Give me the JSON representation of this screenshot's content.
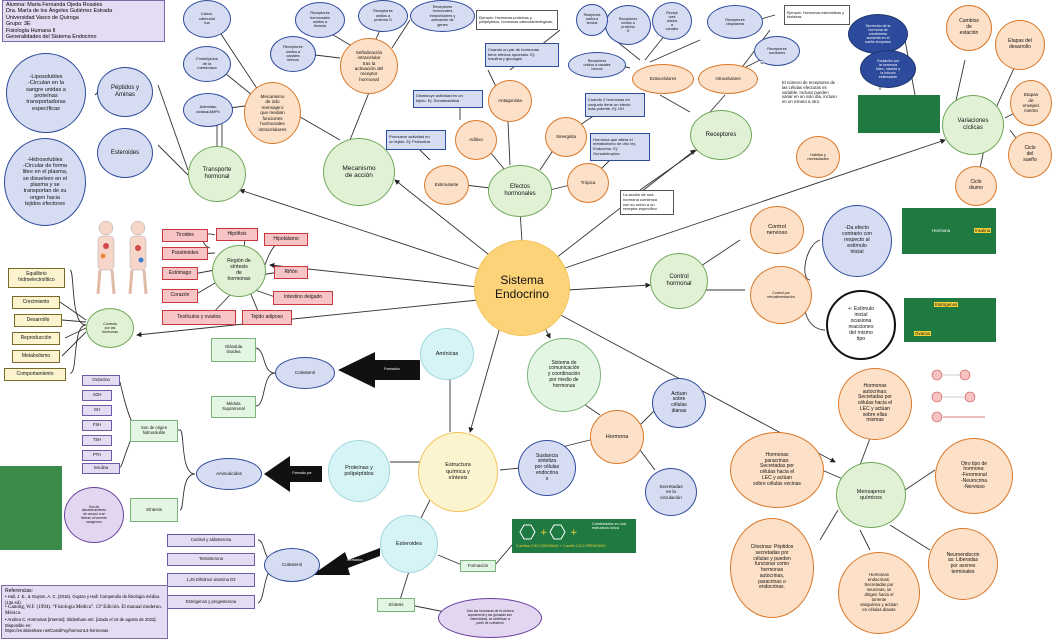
{
  "header": {
    "lines": [
      "Alumna: Maria Fernanda Ojeda Rosales",
      "Dra. María de los Ángeles Gutiérrez Estrada",
      "Universidad Vasco de Quiroga",
      "Grupo: 3E",
      "Fisiología Humana II",
      "Generalidades del Sistema Endocrino"
    ]
  },
  "center": {
    "label": "Sistema\nEndocrino"
  },
  "mechanism": {
    "main": "Mecanismo\nde acción",
    "senal": "Señalización\nintracelular\ntras la\nactivación del\nreceptor\nhormonal",
    "mec_horm": "Mecanismo\nde 2do\nmensajero\nque median\nfunciones\nhormonales\nintracelulares",
    "calcio": "Calcio-\ncalmodul\nina",
    "fosfo": "Fosfolípidos\nde la\nmembrana",
    "adenil": "Adenilato\nciclasa/AMPc",
    "rec1": "Receptores\nhormonales\nunidos a\ntirosina",
    "rec2": "Receptores\nunidos a\nproteína G",
    "rec3": "Receptores\nunidos a\ncanales\niónicos",
    "rec4": "Receptores\nhormonales\nintracelulares y\nactivación de\ngenes"
  },
  "transport": {
    "main": "Transporte\nhormonal",
    "liposolubles": "-Liposolubles\n-Circulan en la\nsangre unidas a\nproteínas\ntransportadoras\nespecíficas",
    "hidrosolubles": "-Hidrosolubles\n-Circular de forma\nlibre en el plasma,\nse disuelven en el\nplasma y se\ntransportan de su\norigen hacia\ntejidos efectores",
    "peptidos": "Péptidos y\nAminas",
    "esteroides": "Esteroides"
  },
  "effects": {
    "main": "Efectos\nhormonales",
    "antagonista": "Antagonista",
    "sinergista": "Sinergista",
    "aditivo": "Aditivo",
    "estimulante": "Estimulante",
    "tropica": "Trópica",
    "ej_antag": "Cuando un par de hormonas\ntiene efectos opuestos. Ej:\nInsulina y glucagón",
    "ej_aditivo": "Disminuye actividad en un\ntejido. Ej: Somatostatina",
    "ej_estim": "Promueve actividad en\nun tejido. Ej: Prolactina",
    "ej_siner": "Cuando 2 hormonas en\nconjunto tiene un efecto\nmás potente. Ej: GH",
    "ej_tropica": "Hormona que altera el\nmetabolismo de otro tej.\nEndocrino. Ej:\nGonadotropina",
    "ej_top": "Ejemplo: Hormonas proteicas y\npolipéptidos, hormonas catecolaminérgicas,"
  },
  "receptors": {
    "main": "Receptores",
    "intracelulares": "Intracelulares",
    "extracelulares": "Extracelulares",
    "accion": "La acción de una\nhormona comienza\ncon su unión a un\nreceptor específico",
    "ej_ester": "Ejemplo: Hormonas esteroideas y\ntiroideas",
    "nucleares": "Receptores\nnucleares",
    "citoplasma": "Receptores\ncitoplasma",
    "ext1": "Receptores\nunidos a\nproteína\nG",
    "ext2": "Recept\nores\nunidos\na\ncanales",
    "ext3": "Receptores\nunidos a canales\niónicos",
    "ext4": "Receptores\nunidos a\ntirosina",
    "ext5": "Receptores\nunidos a canales\niónicos"
  },
  "cycles": {
    "main": "Variaciones\ncíclicas",
    "estacion": "Cambios\nde\nestación",
    "desarrollo": "Etapas del\ndesarrollo",
    "envejec": "Etapas\nde\nenvejeci\nmiento",
    "sueno": "Ciclo\ndel\nsueño",
    "diurno": "Ciclo\ndiurno",
    "info": "El número de receptores de\nlas células efectoras es\nvariable. Incluso pueden\nvariar en un solo día, incluso\nen un minuto a otro.",
    "b1": "Secreción de la\nhormona de\ncrecimiento\naumenta en el\nsueño temprano",
    "b2": "Ovulación por\nla hormona\nlúteo- nizante y\nla folículo\nestimulante",
    "green": "",
    "estim": "Hábitos y\nnecesidades"
  },
  "regions": {
    "main": "Región de\nsíntesis\nde\nhormonas",
    "tiroides": "Tiroides",
    "paratiroides": "Paratiroides",
    "estomago": "Estómago",
    "corazon": "Corazón",
    "testiculos": "Testículos y ovarios",
    "hipofisis": "Hipófisis",
    "hipotalamo": "Hipotálamo",
    "rinon": "Riñón",
    "intestino": "Intestino delgado",
    "tejido": "Tejido adiposo"
  },
  "control": {
    "main": "Control\nhormonal",
    "nervioso": "Control\nnervioso",
    "retro": "Control por\nretroalimentación",
    "neg": "-Da efecto\ncontrario con\nrespecto al\nestímulo\ninicial",
    "pos": "+: Estímulo\ninicial\nocasiona\nreacciones\ndel mismo\ntipo",
    "img1": "Hormona",
    "img1b": "Insulina",
    "img2": "Estrógenos",
    "img2b": "Ovarios"
  },
  "functions": {
    "main": "Controla\npor las\nhormonas",
    "items": [
      "Equilibrio\nhidroelectrolítico",
      "Crecimiento",
      "Desarrollo",
      "Reproducción",
      "Metabolismo",
      "Comportamiento"
    ]
  },
  "comm": {
    "main": "Sistema de\ncomunicación\ny coordinación\npor medio de\nhormonas",
    "hormona": "Hormona",
    "actuan": "Actúan\nsobre\ncélulas\ndianas",
    "secretadas": "Secretadas\nen la\ncirculación",
    "sustancia": "Sustancia\nsintetiza\npor células\nendocrina\ns"
  },
  "chem": {
    "main": "Estructura\nquímica y\nsíntesis",
    "aminicas": "Amínicas",
    "proteinas": "Proteínas y\npolipéptidos",
    "esteroides": "Esteroides",
    "colesterol_a": "Colesterol",
    "glandula": "Glándula\ntiroidea",
    "medula": "Médula\nSuprarrenal",
    "formacion": "Formación",
    "arrow_a": "Formación",
    "arrow_p": "Formado por",
    "arrow_e": "Derivados",
    "aminoacidos": "Aminoácidos",
    "prot_list": [
      "Oxitocina",
      "ADH",
      "GH",
      "FSH",
      "TSH",
      "PTH",
      "Insulina"
    ],
    "origen": "Son de origen\nhidrosoluble",
    "sintesis_p": "Síntesis",
    "purple_p": "Son de\nalmacenamiento\nde vesícul a se\nliberan al torrente\nsanguíneo",
    "colesterol_e": "Colesterol",
    "est_list": [
      "Cortisol y aldosterona",
      "Testosterona",
      "1,25 Dihidroxi vitamina D3",
      "Estrógenos y progesterona"
    ],
    "formas": "Formadas",
    "sintesis_e": "Síntesis",
    "purple_e": "Solo las hormonas de la corteza\nsuprarrenal y las gónadas son\nesteroideas, se sintetizan a\npartir de colesterol",
    "green_img": "Combinados en una\nestructura única",
    "green_img_b": "3 anillos CICLOHEXANO + 1 anillo CICLOPENTANO"
  },
  "messengers": {
    "main": "Mensajeros\nquímicos",
    "autocrinas": "Hormonas\nautocrinas:\nSecretadas por\ncélulas hacia el\nLEC y actúan\nsobre ellas\nmismas",
    "paracrinas": "Hormonas\nparacrinas:\nSecretadas por\ncélulas hacia el\nLEC y actúan\nsobre células vecinas",
    "otro": "Otro tipo de\nhormona:\n-Feromonal\n-Neurocrina\n-Nervioso",
    "citocinas": "Citocinas: Péptidos\nsecretadas por\ncélulas y pueden\nfuncionar como\nhormonas\nautocrinas,\nparacrinas o\nendocrinas.",
    "endocrinas": "Hormonas\nendocrinas:\nSecretadas por\nneuronas, se\ndirigen hacia el\ntorrente\nsanguíneo y actúan\nen células dianas",
    "neuro": "Neuroendocrin\nas: Liberadas\npor axones\nterminales"
  },
  "references": {
    "title": "Referencias:",
    "lines": [
      "• Hall, J. E., & Guyton, A. C. (2016). Guyton y Hall: Compendio de fisiología médica (13a ed).",
      "• Ganong, W.F. (1994). “Fisiología Médica”. 13ª Edición. El manual moderno. México.",
      "• Andrea C. Hormonas [Internet]. Slideshare.net. [citado el 16 de agosto de 2022]. Disponible en:",
      "  https://es.slideshare.net/CandiFuy/hormon14-hormonas"
    ]
  },
  "colors": {
    "orange": "#d9792b",
    "green": "#71a85a",
    "blue": "#2f4b9c",
    "yellow": "#fdd37a",
    "pink": "#f9c4c6",
    "purple": "#6a3f9e"
  }
}
